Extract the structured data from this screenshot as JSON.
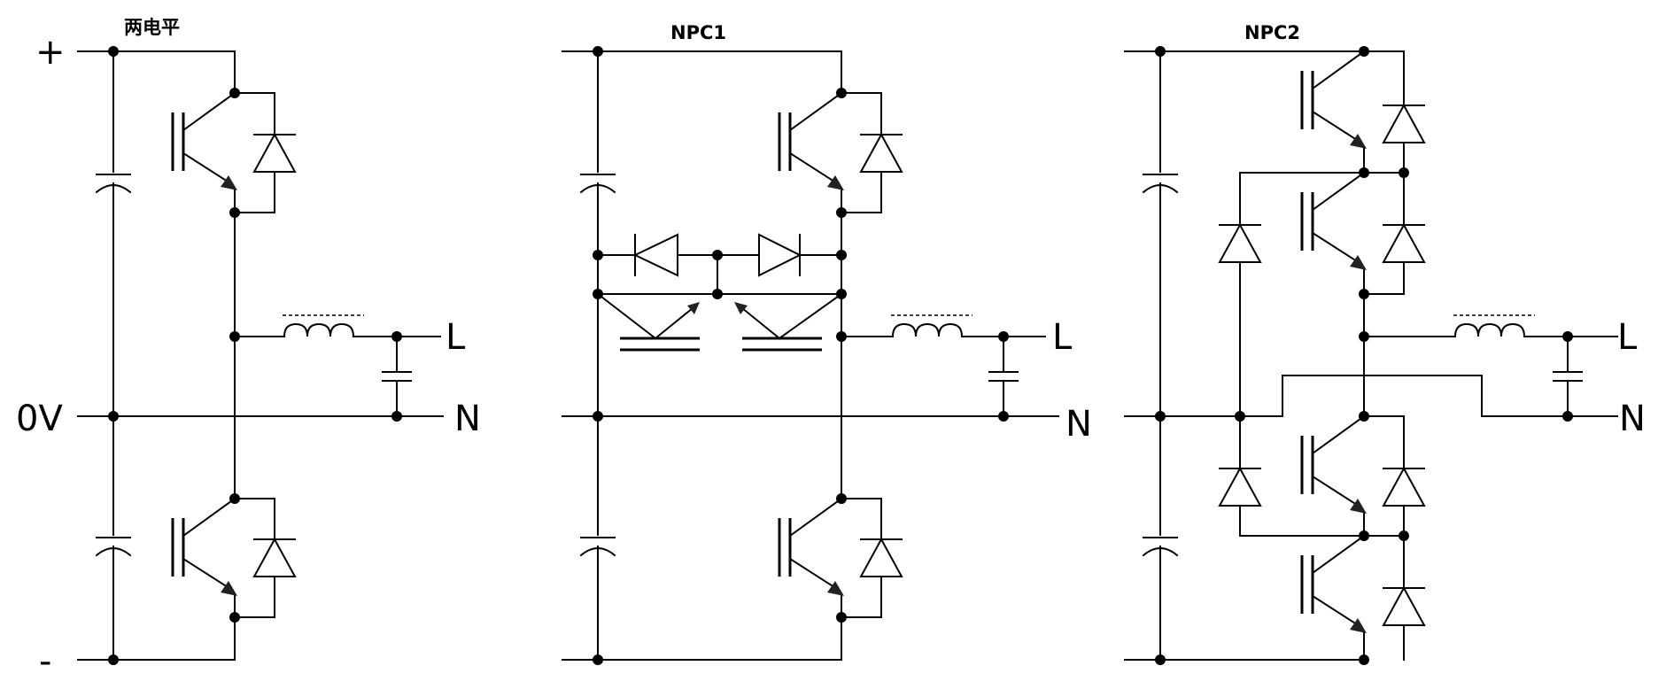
{
  "diagrams": [
    {
      "title": "两电平",
      "terminals": {
        "pos": "+",
        "mid": "0V",
        "neg": "-",
        "line": "L",
        "neutral": "N"
      }
    },
    {
      "title": "NPC1",
      "terminals": {
        "line": "L",
        "neutral": "N"
      }
    },
    {
      "title": "NPC2",
      "terminals": {
        "line": "L",
        "neutral": "N"
      }
    }
  ]
}
